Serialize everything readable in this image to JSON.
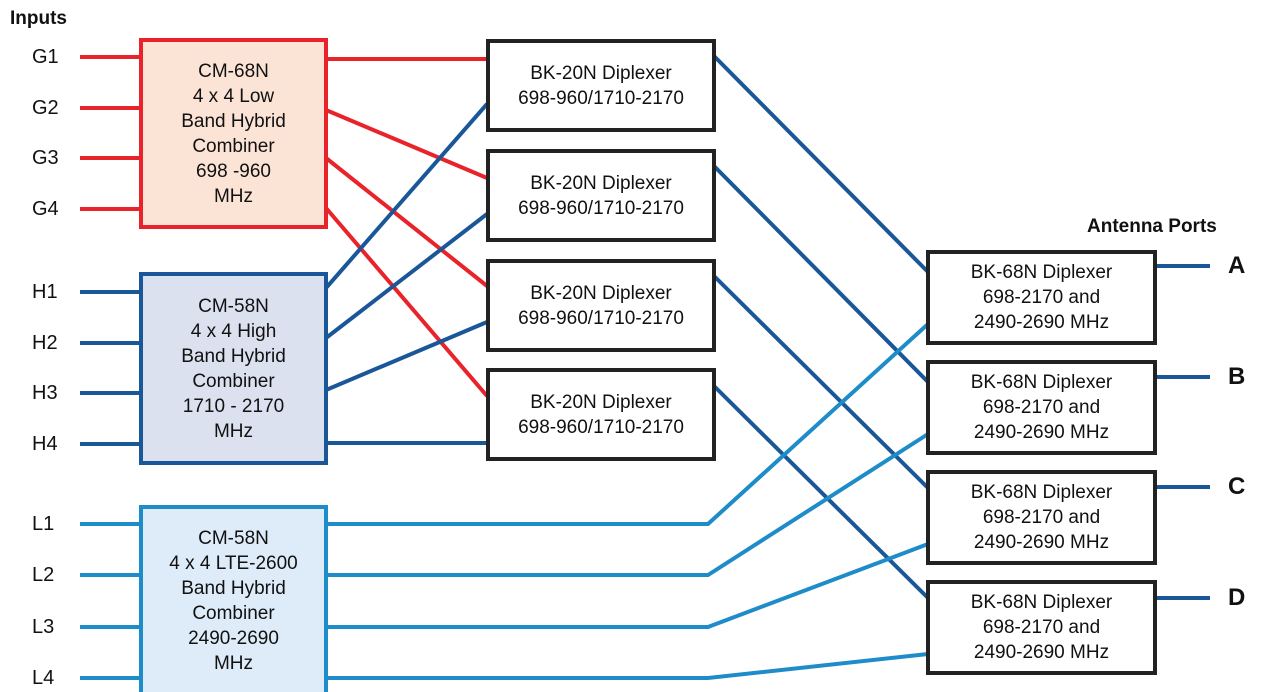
{
  "headers": {
    "inputs": "Inputs",
    "antenna_ports": "Antenna Ports"
  },
  "inputs": {
    "g": [
      "G1",
      "G2",
      "G3",
      "G4"
    ],
    "h": [
      "H1",
      "H2",
      "H3",
      "H4"
    ],
    "l": [
      "L1",
      "L2",
      "L3",
      "L4"
    ]
  },
  "combiners": {
    "low": {
      "lines": [
        "CM-68N",
        "4 x 4 Low",
        "Band Hybrid",
        "Combiner",
        "698 -960",
        "MHz"
      ]
    },
    "high": {
      "lines": [
        "CM-58N",
        "4 x 4 High",
        "Band Hybrid",
        "Combiner",
        "1710 - 2170",
        "MHz"
      ]
    },
    "lte": {
      "lines": [
        "CM-58N",
        "4 x 4 LTE-2600",
        "Band Hybrid",
        "Combiner",
        "2490-2690",
        "MHz"
      ]
    }
  },
  "bk20": {
    "line1": "BK-20N Diplexer",
    "line2": "698-960/1710-2170"
  },
  "bk68": {
    "line1": "BK-68N Diplexer",
    "line2": "698-2170 and",
    "line3": "2490-2690 MHz"
  },
  "ports": [
    "A",
    "B",
    "C",
    "D"
  ],
  "colors": {
    "red": "#e8242a",
    "dark_blue": "#1a5799",
    "light_blue": "#1e8cc8",
    "box_border": "#222222"
  }
}
